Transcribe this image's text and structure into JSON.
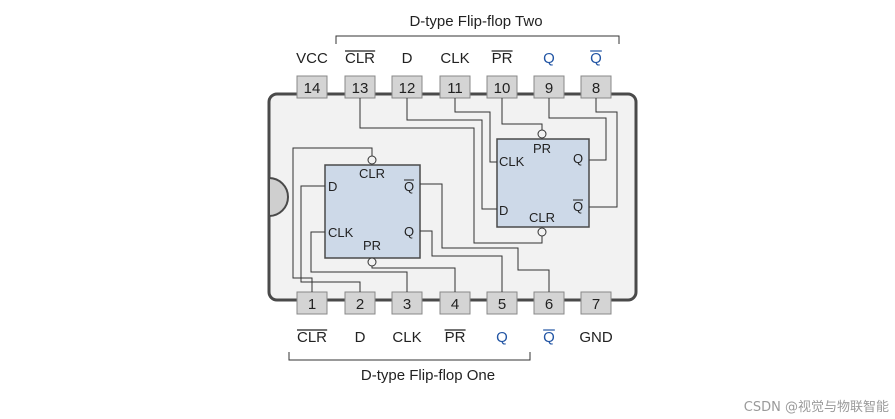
{
  "top_bracket": "D-type Flip-flop Two",
  "bottom_bracket": "D-type Flip-flop One",
  "top_pins": [
    {
      "num": "14",
      "label": "VCC",
      "over": false,
      "blue": false
    },
    {
      "num": "13",
      "label": "CLR",
      "over": true,
      "blue": false
    },
    {
      "num": "12",
      "label": "D",
      "over": false,
      "blue": false
    },
    {
      "num": "11",
      "label": "CLK",
      "over": false,
      "blue": false
    },
    {
      "num": "10",
      "label": "PR",
      "over": true,
      "blue": false
    },
    {
      "num": "9",
      "label": "Q",
      "over": false,
      "blue": true
    },
    {
      "num": "8",
      "label": "Q",
      "over": true,
      "blue": true
    }
  ],
  "bottom_pins": [
    {
      "num": "1",
      "label": "CLR",
      "over": true,
      "blue": false
    },
    {
      "num": "2",
      "label": "D",
      "over": false,
      "blue": false
    },
    {
      "num": "3",
      "label": "CLK",
      "over": false,
      "blue": false
    },
    {
      "num": "4",
      "label": "PR",
      "over": true,
      "blue": false
    },
    {
      "num": "5",
      "label": "Q",
      "over": false,
      "blue": true
    },
    {
      "num": "6",
      "label": "Q",
      "over": true,
      "blue": true
    },
    {
      "num": "7",
      "label": "GND",
      "over": false,
      "blue": false
    }
  ],
  "ff_two": {
    "clr": "CLR",
    "pr": "PR",
    "d": "D",
    "clk": "CLK",
    "q": "Q",
    "qbar": "Q"
  },
  "ff_one": {
    "clr": "CLR",
    "pr": "PR",
    "d": "D",
    "clk": "CLK",
    "q": "Q",
    "qbar": "Q"
  },
  "watermark": "CSDN @视觉与物联智能",
  "colors": {
    "chip_body": "#f2f2f2",
    "chip_outline": "#4a4a4a",
    "pin_fill": "#d4d4d4",
    "pin_outline": "#888888",
    "ff_fill": "#cdd9e8",
    "ff_outline": "#4a4a4a",
    "q_label": "#2255a4"
  }
}
